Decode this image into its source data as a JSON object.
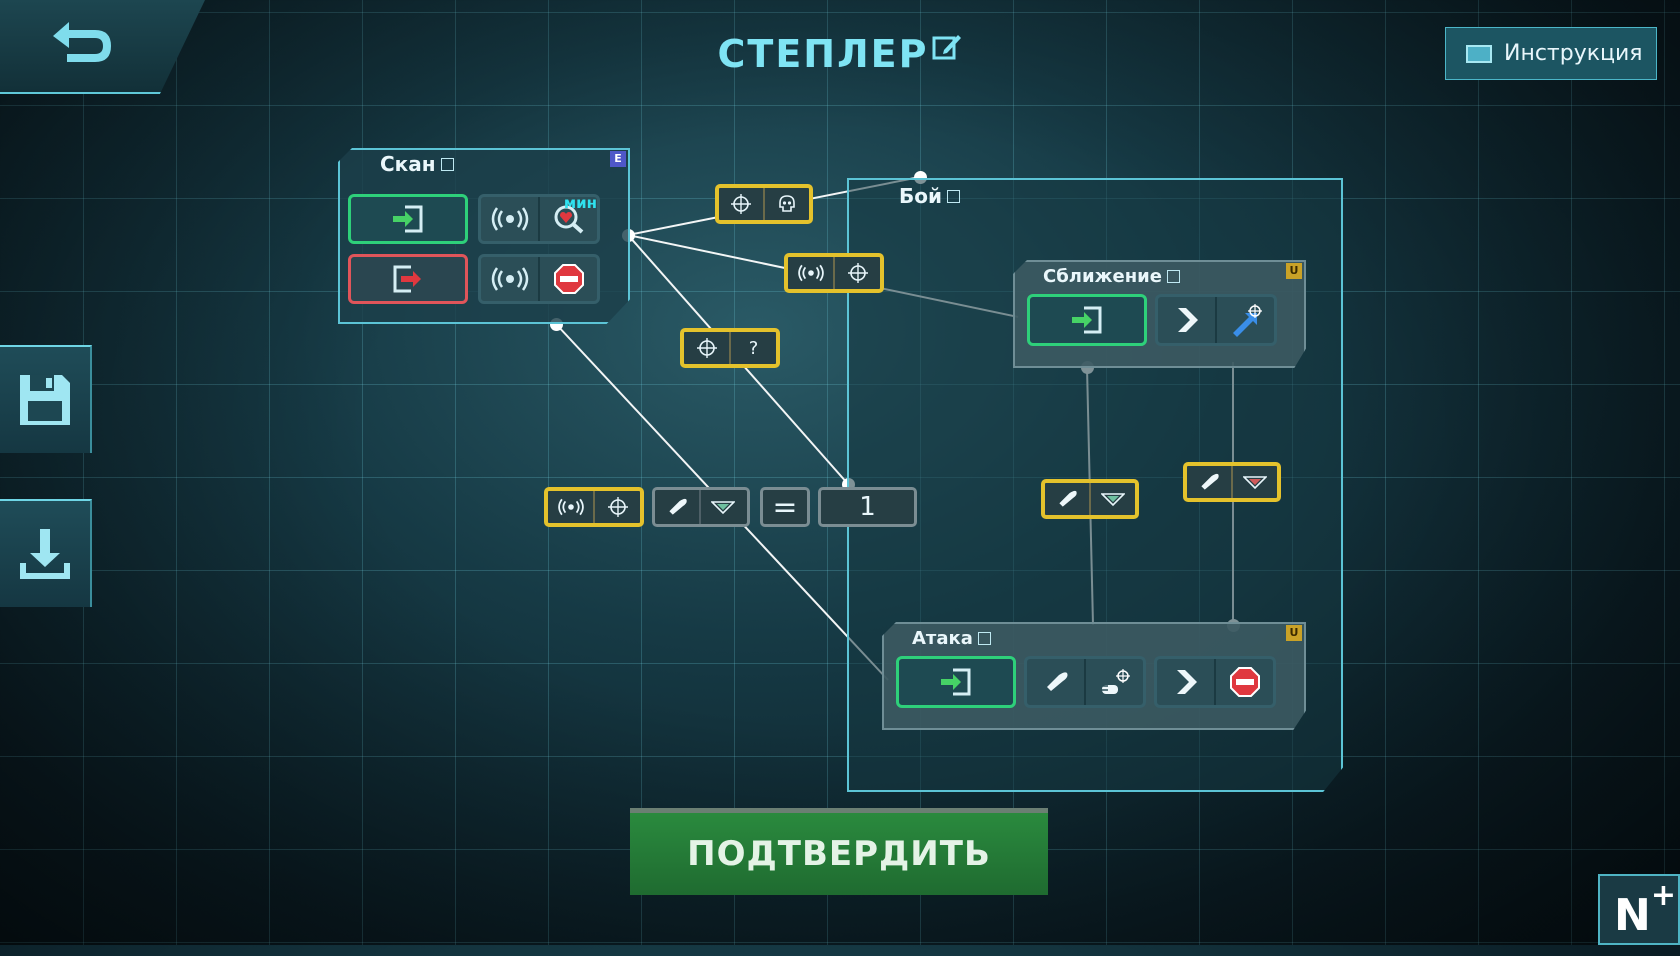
{
  "header": {
    "title": "СТЕПЛЕР",
    "instructions_label": "Инструкция"
  },
  "panels": {
    "scan": {
      "title": "Скан",
      "tag": "E",
      "min_badge": "мин"
    },
    "combat": {
      "title": "Бой"
    },
    "approach": {
      "title": "Сближение",
      "tag": "U"
    },
    "attack": {
      "title": "Атака",
      "tag": "U"
    }
  },
  "conditions": {
    "cond_q": "?",
    "compare_op": "=",
    "compare_value": "1"
  },
  "footer": {
    "confirm_label": "ПОДТВЕРДИТЬ",
    "nplus_label": "N",
    "nplus_plus": "+"
  },
  "colors": {
    "accent": "#5cc4d6",
    "start_node": "#2ed07a",
    "end_node": "#e0555a",
    "condition_border": "#e4c22c",
    "confirm_button": "#2a8a3e"
  }
}
